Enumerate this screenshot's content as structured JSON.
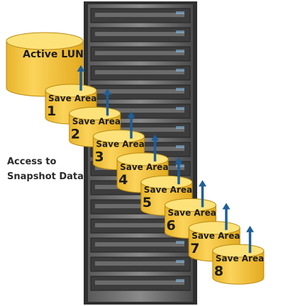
{
  "active_lun": {
    "label": "Active LUN"
  },
  "save_areas": [
    {
      "label": "Save Area",
      "number": "1"
    },
    {
      "label": "Save Area",
      "number": "2"
    },
    {
      "label": "Save Area",
      "number": "3"
    },
    {
      "label": "Save Area",
      "number": "4"
    },
    {
      "label": "Save Area",
      "number": "5"
    },
    {
      "label": "Save Area",
      "number": "6"
    },
    {
      "label": "Save Area",
      "number": "7"
    },
    {
      "label": "Save Area",
      "number": "8"
    }
  ],
  "side_caption": {
    "line1": "Access to",
    "line2": "Snapshot Data"
  },
  "colors": {
    "cylinder_fill": "#f5c842",
    "cylinder_top": "#fde27a",
    "cylinder_edge": "#b98a10",
    "arrow": "#1f5f98",
    "rack": "#3a3a3a"
  }
}
